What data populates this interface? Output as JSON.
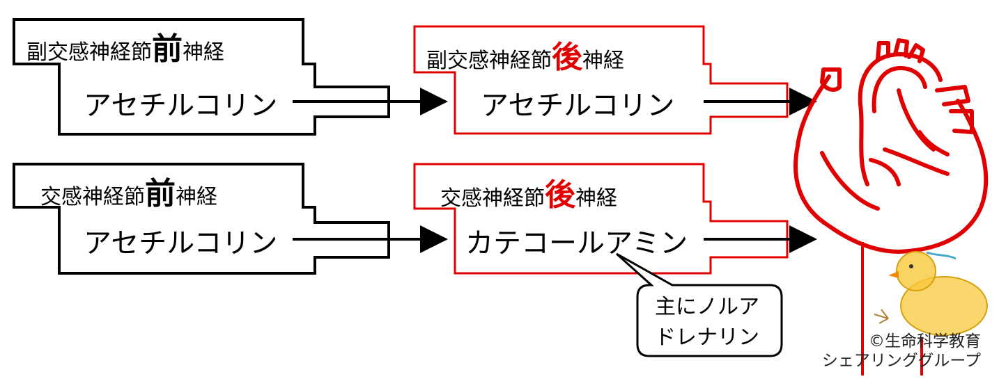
{
  "colors": {
    "post": "#e00000",
    "pre": "#000000"
  },
  "rows": [
    {
      "pre_label": {
        "before": "副交感神経節",
        "highlight": "前",
        "after": "神経"
      },
      "pre_transmitter": "アセチルコリン",
      "post_label": {
        "before": "副交感神経節",
        "highlight": "後",
        "after": "神経"
      },
      "post_transmitter": "アセチルコリン"
    },
    {
      "pre_label": {
        "before": "交感神経節",
        "highlight": "前",
        "after": "神経"
      },
      "pre_transmitter": "アセチルコリン",
      "post_label": {
        "before": "交感神経節",
        "highlight": "後",
        "after": "神経"
      },
      "post_transmitter": "カテコールアミン"
    }
  ],
  "callout": {
    "line1": "主にノルア",
    "line2": "ドレナリン"
  },
  "credit": {
    "line1": "©生命科学教育",
    "line2": "シェアリンググループ"
  },
  "icons": {
    "target_organ": "heart-icon",
    "mascot": "chick-icon"
  }
}
